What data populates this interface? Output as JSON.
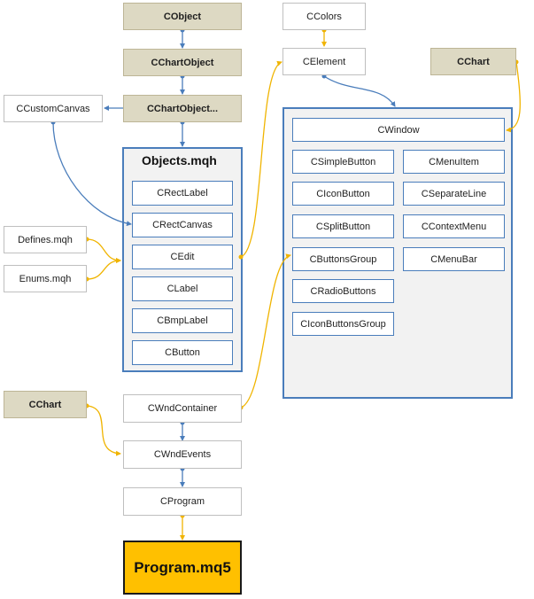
{
  "nodes": {
    "cobject": "CObject",
    "cchartobject": "CChartObject",
    "cchartobject_ellipsis": "CChartObject...",
    "ccustomcanvas": "CCustomCanvas",
    "ccolors": "CColors",
    "celement": "CElement",
    "cchart_top": "CChart",
    "defines": "Defines.mqh",
    "enums": "Enums.mqh",
    "cchart_bottom": "CChart",
    "cwndcontainer": "CWndContainer",
    "cwndevents": "CWndEvents",
    "cprogram": "CProgram",
    "program": "Program.mq5"
  },
  "objects_group": {
    "title": "Objects.mqh",
    "items": [
      "CRectLabel",
      "CRectCanvas",
      "CEdit",
      "CLabel",
      "CBmpLabel",
      "CButton"
    ]
  },
  "controls_group": {
    "window": "CWindow",
    "left": [
      "CSimpleButton",
      "CIconButton",
      "CSplitButton",
      "CButtonsGroup",
      "CRadioButtons",
      "CIconButtonsGroup"
    ],
    "right": [
      "CMenuItem",
      "CSeparateLine",
      "CContextMenu",
      "CMenuBar"
    ]
  },
  "colors": {
    "inheritance": "#4a7dbb",
    "inclusion": "#f0b400",
    "base_class_fill": "#ddd9c3",
    "program_fill": "#ffc000",
    "group_fill": "#f2f2f2"
  }
}
